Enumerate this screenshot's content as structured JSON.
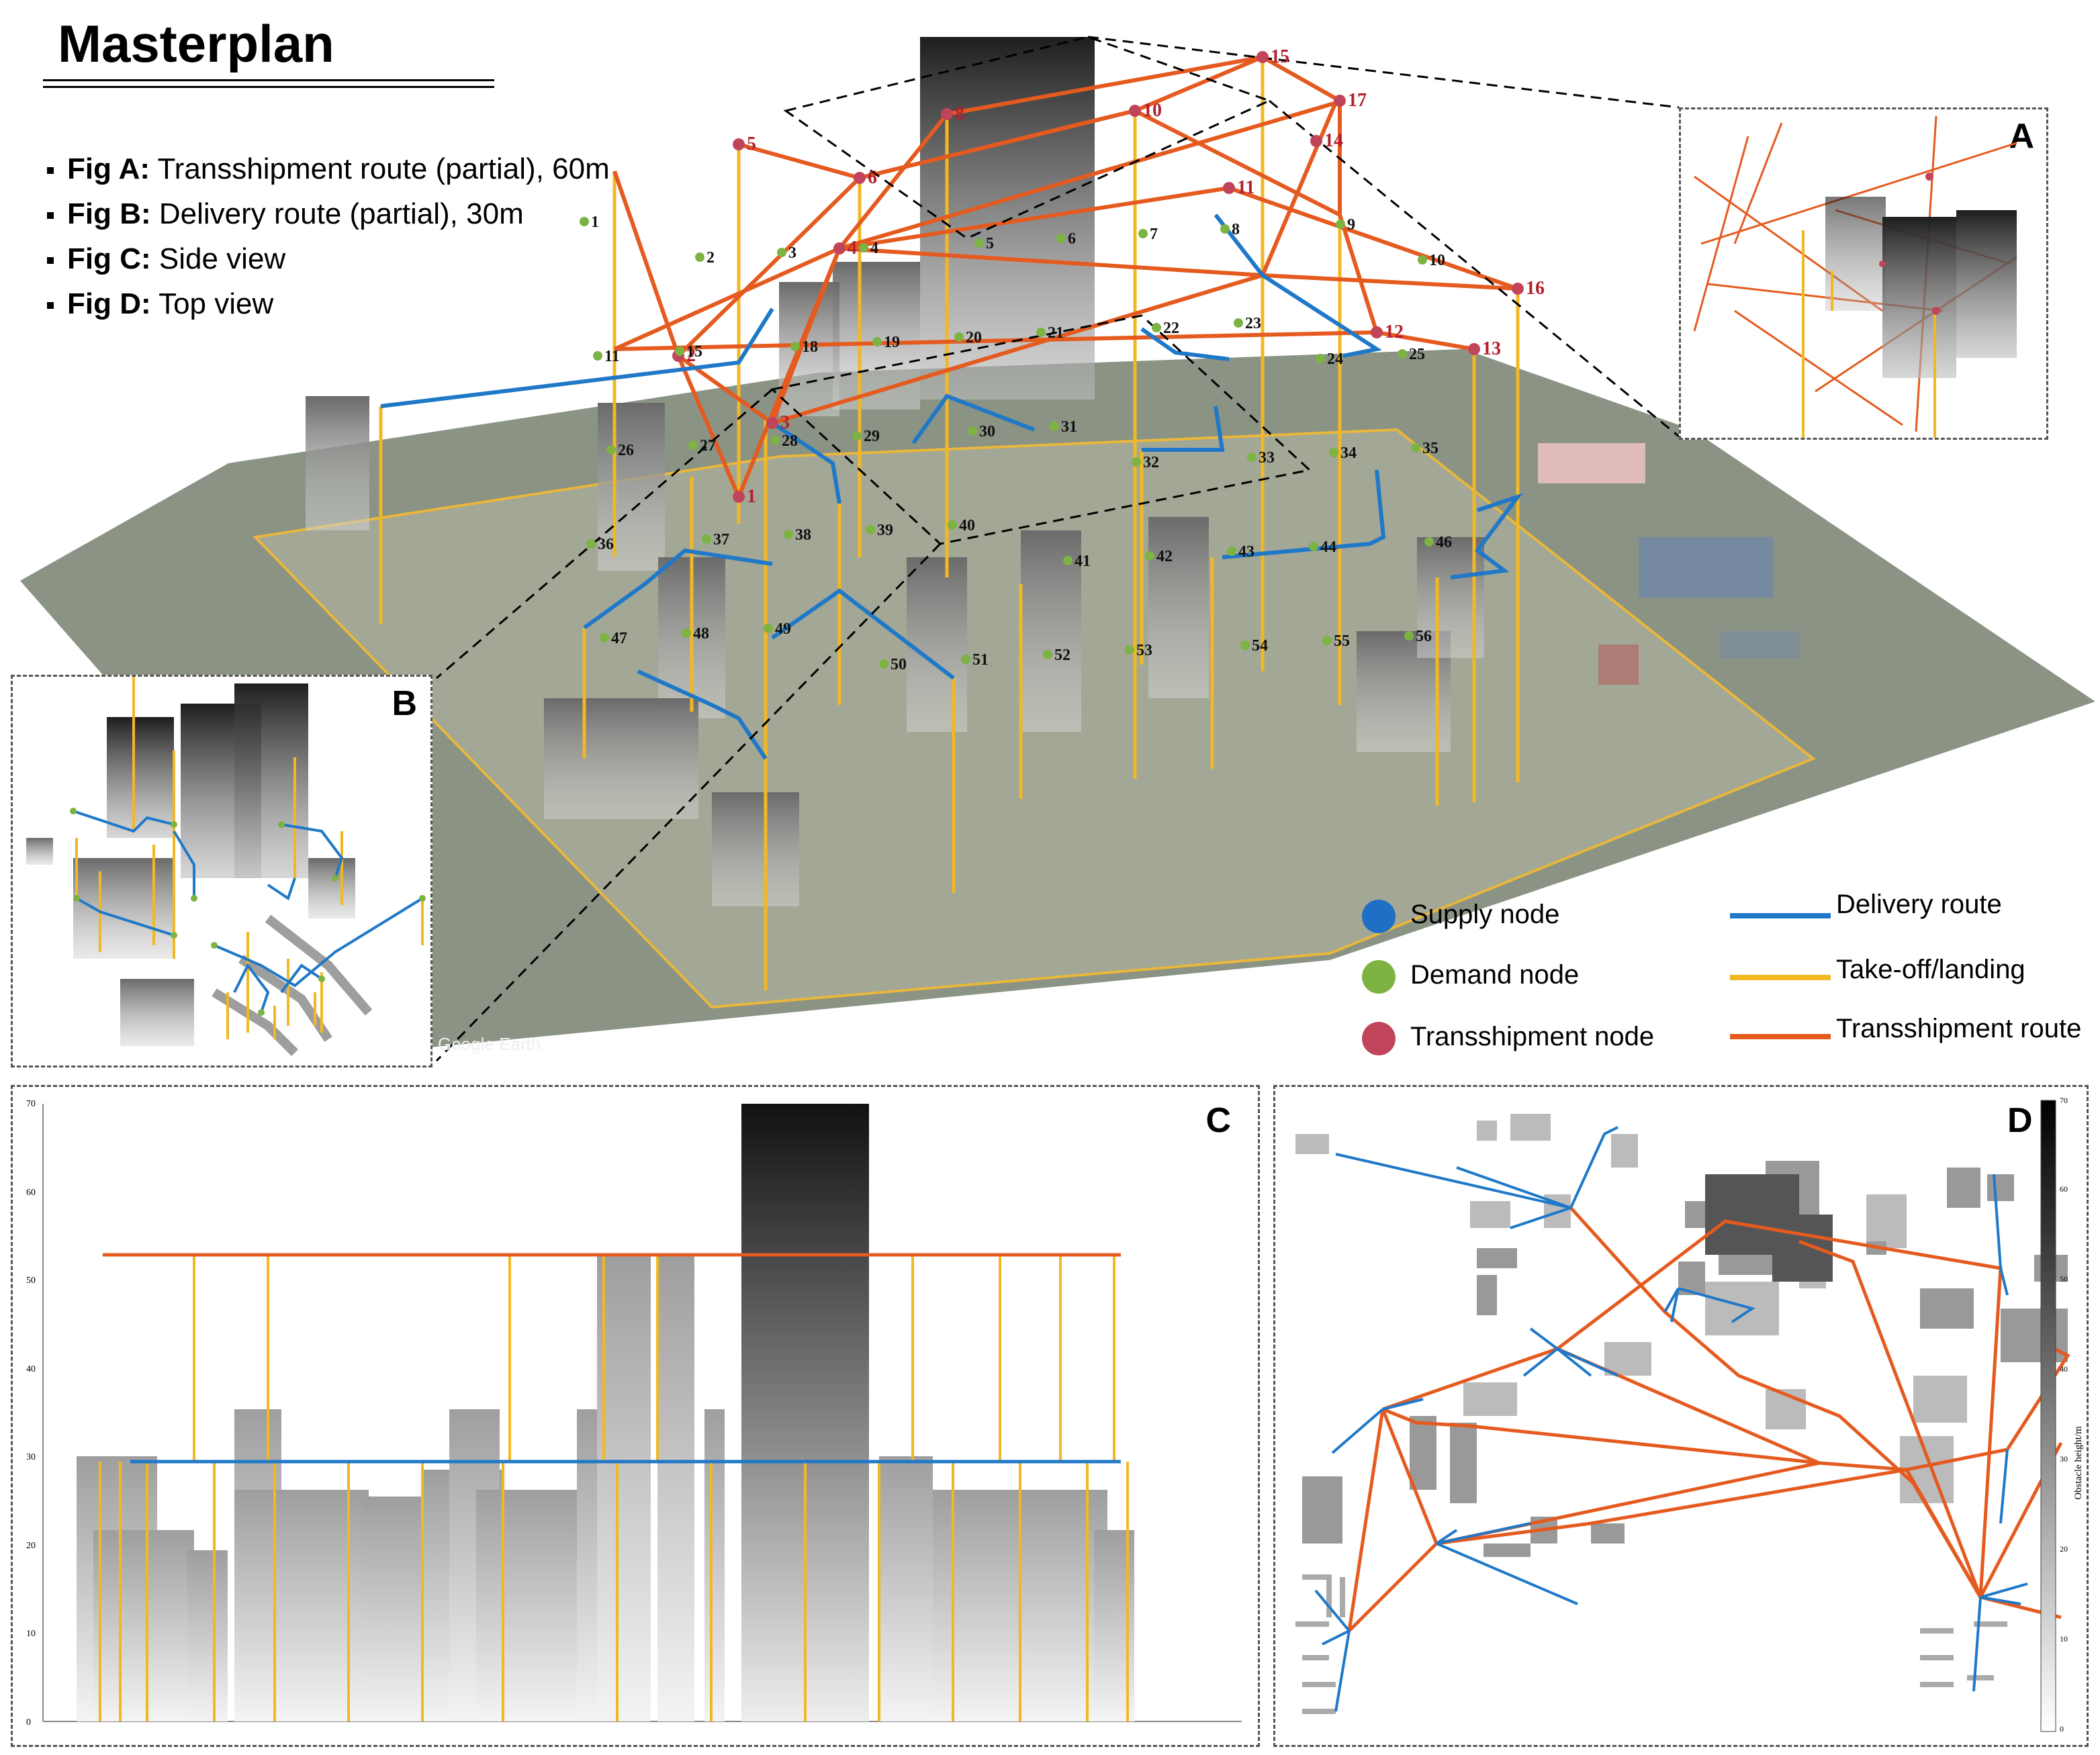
{
  "title": "Masterplan",
  "figures": [
    {
      "key": "Fig A:",
      "text": "Transshipment route (partial), 60m"
    },
    {
      "key": "Fig B:",
      "text": "Delivery route (partial), 30m"
    },
    {
      "key": "Fig C:",
      "text": "Side view"
    },
    {
      "key": "Fig D:",
      "text": "Top view"
    }
  ],
  "panels": {
    "a": "A",
    "b": "B",
    "c": "C",
    "d": "D"
  },
  "legend": {
    "supply": "Supply node",
    "demand": "Demand node",
    "transship": "Transshipment node",
    "delivery": "Delivery route",
    "takeoff": "Take-off/landing",
    "transroute": "Transshipment route"
  },
  "colors": {
    "supply": "#1f6fc5",
    "demand": "#7cb342",
    "transship": "#c0455a",
    "delivery": "#1f78c8",
    "takeoff": "#f2b824",
    "transroute": "#e55a1f"
  },
  "watermark": "Google Earth",
  "side_view": {
    "yticks": [
      "0",
      "10",
      "20",
      "30",
      "40",
      "50",
      "60",
      "70"
    ]
  },
  "top_view": {
    "colorbar_label": "Obstacle height/m",
    "colorbar_ticks": [
      "0",
      "10",
      "20",
      "30",
      "40",
      "50",
      "60",
      "70"
    ]
  },
  "main_labels": {
    "transship": [
      "1",
      "2",
      "3",
      "4",
      "5",
      "6",
      "8",
      "10",
      "11",
      "12",
      "13",
      "14",
      "15",
      "16",
      "17"
    ],
    "demand": [
      "1",
      "2",
      "3",
      "4",
      "5",
      "6",
      "7",
      "8",
      "9",
      "10",
      "11",
      "15",
      "18",
      "19",
      "20",
      "21",
      "22",
      "23",
      "24",
      "25",
      "26",
      "27",
      "28",
      "29",
      "30",
      "31",
      "32",
      "33",
      "34",
      "35",
      "36",
      "37",
      "38",
      "39",
      "40",
      "41",
      "42",
      "43",
      "44",
      "46",
      "47",
      "48",
      "49",
      "50",
      "51",
      "52",
      "53",
      "54",
      "55",
      "56"
    ]
  }
}
